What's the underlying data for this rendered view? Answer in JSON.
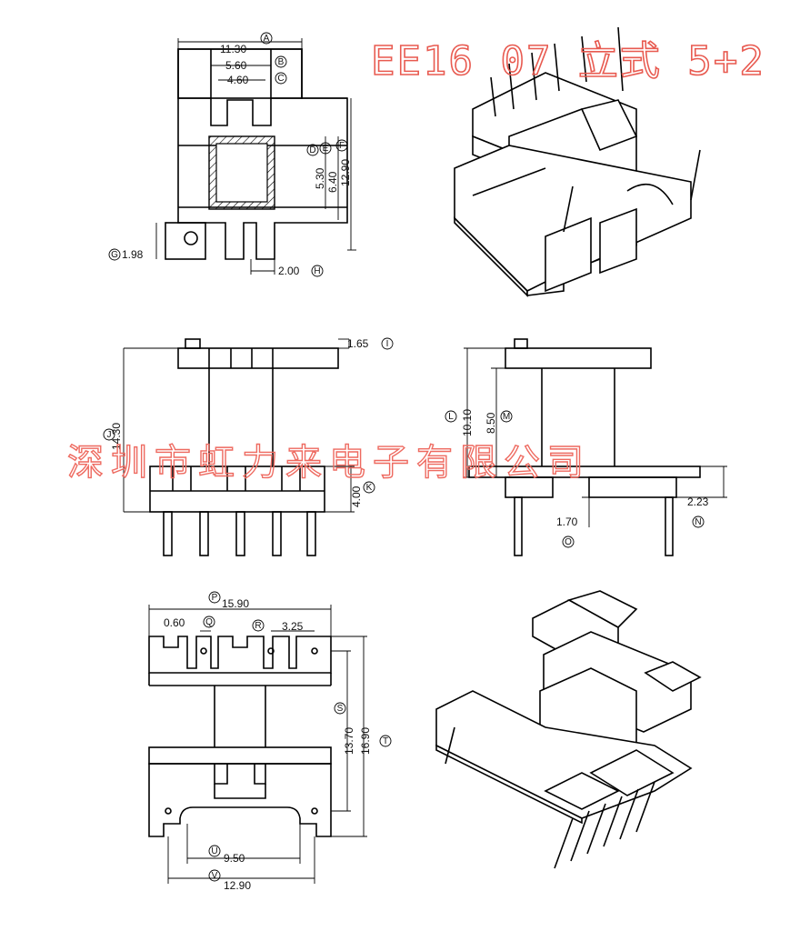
{
  "title": "EE16 07 立式 5+2",
  "company": "深圳市虹力来电子有限公司",
  "colors": {
    "stamp_red": "#e85a50",
    "line": "#000000",
    "background": "#ffffff"
  },
  "top_view": {
    "dims": [
      {
        "value": "11.30",
        "tag": "A"
      },
      {
        "value": "5.60",
        "tag": "B"
      },
      {
        "value": "4.60",
        "tag": "C"
      },
      {
        "value": "5.30",
        "tag": "D"
      },
      {
        "value": "6.40",
        "tag": "E"
      },
      {
        "value": "12.90",
        "tag": "F"
      },
      {
        "value": "1.98",
        "tag": "G"
      },
      {
        "value": "2.00",
        "tag": "H"
      }
    ]
  },
  "front_view": {
    "dims": [
      {
        "value": "1.65",
        "tag": "I"
      },
      {
        "value": "14.30",
        "tag": "J"
      },
      {
        "value": "4.00",
        "tag": "K"
      }
    ]
  },
  "side_view": {
    "dims": [
      {
        "value": "10.10",
        "tag": "L"
      },
      {
        "value": "8.50",
        "tag": "M"
      },
      {
        "value": "2.23",
        "tag": "N"
      },
      {
        "value": "1.70",
        "tag": "O"
      }
    ]
  },
  "bottom_view": {
    "dims": [
      {
        "value": "15.90",
        "tag": "P"
      },
      {
        "value": "0.60",
        "tag": "Q"
      },
      {
        "value": "3.25",
        "tag": "R"
      },
      {
        "value": "13.70",
        "tag": "S"
      },
      {
        "value": "16.90",
        "tag": "T"
      },
      {
        "value": "9.50",
        "tag": "U"
      },
      {
        "value": "12.90",
        "tag": "V"
      }
    ]
  }
}
